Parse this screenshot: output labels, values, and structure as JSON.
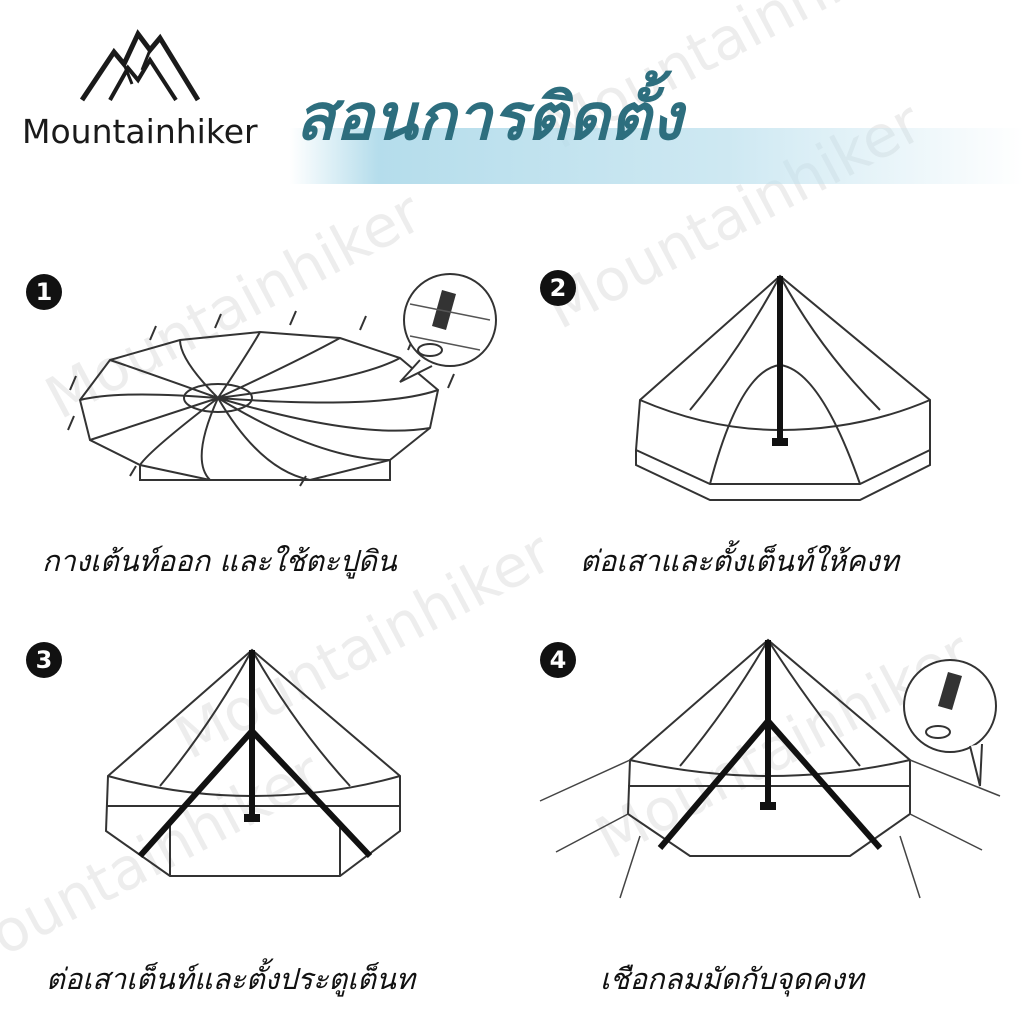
{
  "brand": {
    "name": "Mountainhiker",
    "logo_icon": "mountain-peaks-icon"
  },
  "title": "สอนการติดตั้ง",
  "watermark_text": "Mountainhiker",
  "colors": {
    "title": "#2d6e7e",
    "band": "#a8d7e8",
    "ink": "#111111"
  },
  "steps": [
    {
      "number": "1",
      "caption": "กางเต้นท์ออก และใช้ตะปูดิน"
    },
    {
      "number": "2",
      "caption": "ต่อเสาและตั้งเต็นท์ให้คงท"
    },
    {
      "number": "3",
      "caption": "ต่อเสาเต็นท์และตั้งประตูเต็นท"
    },
    {
      "number": "4",
      "caption": "เชือกลมมัดกับจุดคงท"
    }
  ]
}
